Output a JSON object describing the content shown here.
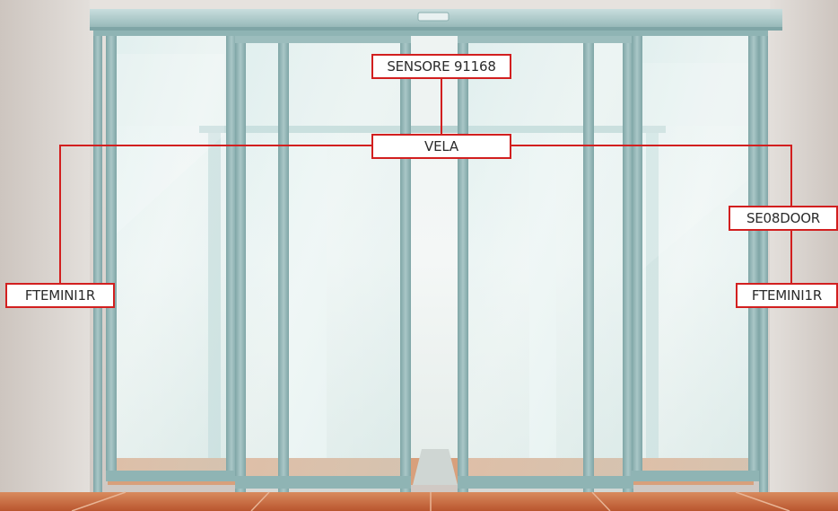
{
  "callouts": {
    "sensor": "SENSORE 91168",
    "vela": "VELA",
    "se08door": "SE08DOOR",
    "ftemini_left": "FTEMINI1R",
    "ftemini_right": "FTEMINI1R"
  },
  "colors": {
    "callout_border": "#d21f1f",
    "leader_line": "#d21f1f",
    "door_frame": "#8fb4b4",
    "glass": "#dcefee",
    "wall": "#ddd8d4",
    "floor": "#c8643a"
  }
}
